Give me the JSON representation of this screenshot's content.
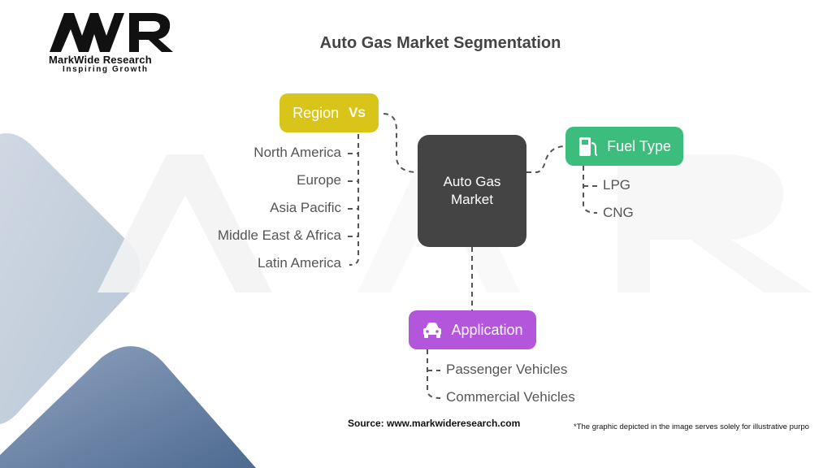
{
  "logo": {
    "mark": "MWR",
    "brand": "MarkWide Research",
    "tagline": "Inspiring Growth"
  },
  "title": "Auto Gas Market Segmentation",
  "center": {
    "line1": "Auto Gas",
    "line2": "Market"
  },
  "segments": {
    "region": {
      "label": "Region",
      "icon": "vs-icon",
      "color": "#d9c51a",
      "items": [
        "North America",
        "Europe",
        "Asia Pacific",
        "Middle East & Africa",
        "Latin America"
      ]
    },
    "fuel_type": {
      "label": "Fuel Type",
      "icon": "fuel-pump-icon",
      "color": "#3dbd7d",
      "items": [
        "LPG",
        "CNG"
      ]
    },
    "application": {
      "label": "Application",
      "icon": "car-icon",
      "color": "#b356db",
      "items": [
        "Passenger Vehicles",
        "Commercial Vehicles"
      ]
    }
  },
  "footer": {
    "source": "Source: www.markwideresearch.com",
    "note": "*The graphic depicted in the image serves solely for illustrative purpo"
  }
}
